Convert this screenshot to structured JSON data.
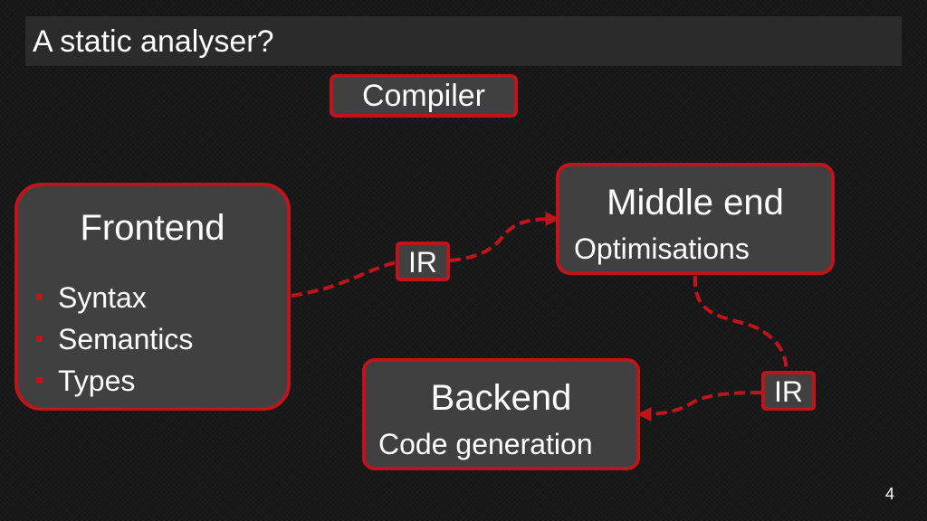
{
  "title": "A static analyser?",
  "compiler_label": "Compiler",
  "frontend": {
    "heading": "Frontend",
    "items": [
      "Syntax",
      "Semantics",
      "Types"
    ]
  },
  "middle_end": {
    "heading": "Middle end",
    "subtitle": "Optimisations"
  },
  "backend": {
    "heading": "Backend",
    "subtitle": "Code generation"
  },
  "edges": [
    {
      "from": "Frontend",
      "to": "Middle end",
      "label": "IR"
    },
    {
      "from": "Middle end",
      "to": "Backend",
      "label": "IR"
    }
  ],
  "page_number": "4",
  "colors": {
    "accent": "#c0141c",
    "box_fill": "#404040",
    "title_bar": "#2b2b2b",
    "background": "#161616"
  }
}
